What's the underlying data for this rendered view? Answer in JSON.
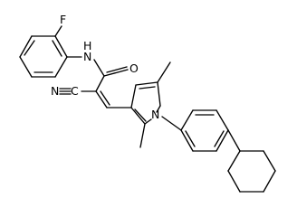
{
  "atoms": {
    "F": "F",
    "N": "N",
    "H": "H",
    "O": "O",
    "NC": "N",
    "C_nitrile": "C",
    "N_ring": "N"
  },
  "colors": {
    "background": "#ffffff",
    "bond": "#000000",
    "label": "#000000"
  }
}
